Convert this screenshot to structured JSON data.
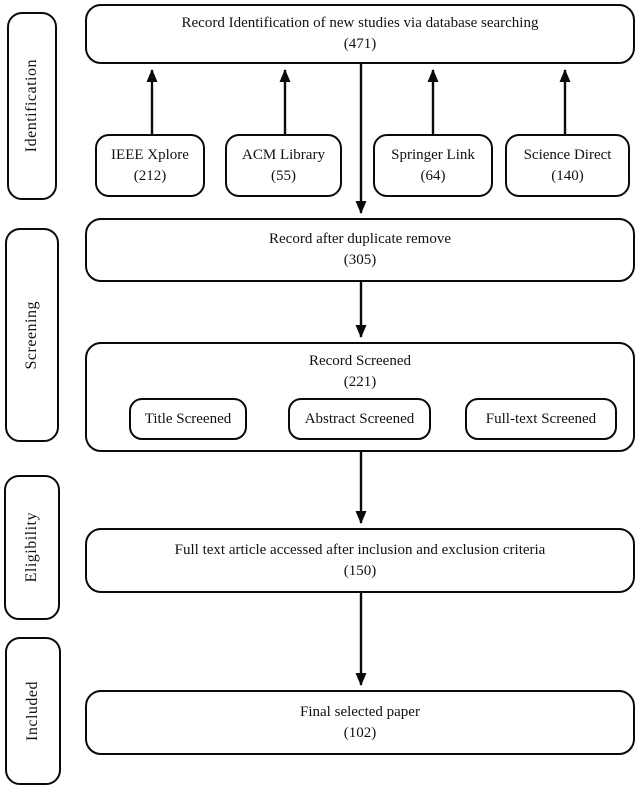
{
  "diagram": {
    "colors": {
      "border": "#0a0a0a",
      "background": "#ffffff",
      "text": "#111111"
    },
    "stages": [
      {
        "label": "Identification"
      },
      {
        "label": "Screening"
      },
      {
        "label": "Eligibility"
      },
      {
        "label": "Included"
      }
    ],
    "boxes": {
      "identification_top": {
        "text": "Record Identification of new studies via database searching",
        "count": "(471)"
      },
      "databases": [
        {
          "name": "IEEE Xplore",
          "count": "(212)"
        },
        {
          "name": "ACM Library",
          "count": "(55)"
        },
        {
          "name": "Springer Link",
          "count": "(64)"
        },
        {
          "name": "Science Direct",
          "count": "(140)"
        }
      ],
      "duplicates_removed": {
        "text": "Record after duplicate remove",
        "count": "(305)"
      },
      "records_screened": {
        "text": "Record Screened",
        "count": "(221)"
      },
      "screening_steps": [
        {
          "label": "Title Screened"
        },
        {
          "label": "Abstract Screened"
        },
        {
          "label": "Full-text Screened"
        }
      ],
      "full_text_assessed": {
        "text": "Full text article accessed after inclusion and exclusion criteria",
        "count": "(150)"
      },
      "final_selected": {
        "text": "Final selected paper",
        "count": "(102)"
      }
    }
  }
}
